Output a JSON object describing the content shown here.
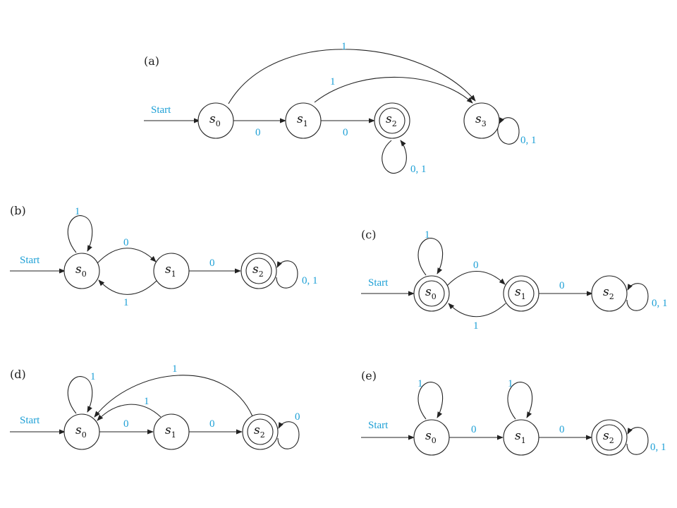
{
  "colors": {
    "label": "#1ea0d6",
    "ink": "#222222"
  },
  "panels": [
    {
      "label": "(a)",
      "start": "Start",
      "states": [
        {
          "id": "s0",
          "name": "s",
          "sub": "0",
          "accept": false
        },
        {
          "id": "s1",
          "name": "s",
          "sub": "1",
          "accept": false
        },
        {
          "id": "s2",
          "name": "s",
          "sub": "2",
          "accept": true
        },
        {
          "id": "s3",
          "name": "s",
          "sub": "3",
          "accept": false
        }
      ],
      "transitions": [
        {
          "from": "s0",
          "to": "s1",
          "label": "0"
        },
        {
          "from": "s1",
          "to": "s2",
          "label": "0"
        },
        {
          "from": "s0",
          "to": "s3",
          "label": "1"
        },
        {
          "from": "s1",
          "to": "s3",
          "label": "1"
        },
        {
          "from": "s2",
          "to": "s2",
          "label": "0, 1"
        },
        {
          "from": "s3",
          "to": "s3",
          "label": "0, 1"
        }
      ]
    },
    {
      "label": "(b)",
      "start": "Start",
      "states": [
        {
          "id": "s0",
          "name": "s",
          "sub": "0",
          "accept": false
        },
        {
          "id": "s1",
          "name": "s",
          "sub": "1",
          "accept": false
        },
        {
          "id": "s2",
          "name": "s",
          "sub": "2",
          "accept": true
        }
      ],
      "transitions": [
        {
          "from": "s0",
          "to": "s0",
          "label": "1"
        },
        {
          "from": "s0",
          "to": "s1",
          "label": "0"
        },
        {
          "from": "s1",
          "to": "s0",
          "label": "1"
        },
        {
          "from": "s1",
          "to": "s2",
          "label": "0"
        },
        {
          "from": "s2",
          "to": "s2",
          "label": "0, 1"
        }
      ]
    },
    {
      "label": "(c)",
      "start": "Start",
      "states": [
        {
          "id": "s0",
          "name": "s",
          "sub": "0",
          "accept": true
        },
        {
          "id": "s1",
          "name": "s",
          "sub": "1",
          "accept": true
        },
        {
          "id": "s2",
          "name": "s",
          "sub": "2",
          "accept": false
        }
      ],
      "transitions": [
        {
          "from": "s0",
          "to": "s0",
          "label": "1"
        },
        {
          "from": "s0",
          "to": "s1",
          "label": "0"
        },
        {
          "from": "s1",
          "to": "s0",
          "label": "1"
        },
        {
          "from": "s1",
          "to": "s2",
          "label": "0"
        },
        {
          "from": "s2",
          "to": "s2",
          "label": "0, 1"
        }
      ]
    },
    {
      "label": "(d)",
      "start": "Start",
      "states": [
        {
          "id": "s0",
          "name": "s",
          "sub": "0",
          "accept": false
        },
        {
          "id": "s1",
          "name": "s",
          "sub": "1",
          "accept": false
        },
        {
          "id": "s2",
          "name": "s",
          "sub": "2",
          "accept": true
        }
      ],
      "transitions": [
        {
          "from": "s0",
          "to": "s0",
          "label": "1"
        },
        {
          "from": "s0",
          "to": "s1",
          "label": "0"
        },
        {
          "from": "s1",
          "to": "s0",
          "label": "1"
        },
        {
          "from": "s2",
          "to": "s0",
          "label": "1"
        },
        {
          "from": "s1",
          "to": "s2",
          "label": "0"
        },
        {
          "from": "s2",
          "to": "s2",
          "label": "0"
        }
      ]
    },
    {
      "label": "(e)",
      "start": "Start",
      "states": [
        {
          "id": "s0",
          "name": "s",
          "sub": "0",
          "accept": false
        },
        {
          "id": "s1",
          "name": "s",
          "sub": "1",
          "accept": false
        },
        {
          "id": "s2",
          "name": "s",
          "sub": "2",
          "accept": true
        }
      ],
      "transitions": [
        {
          "from": "s0",
          "to": "s0",
          "label": "1"
        },
        {
          "from": "s0",
          "to": "s1",
          "label": "0"
        },
        {
          "from": "s1",
          "to": "s1",
          "label": "1"
        },
        {
          "from": "s1",
          "to": "s2",
          "label": "0"
        },
        {
          "from": "s2",
          "to": "s2",
          "label": "0, 1"
        }
      ]
    }
  ]
}
